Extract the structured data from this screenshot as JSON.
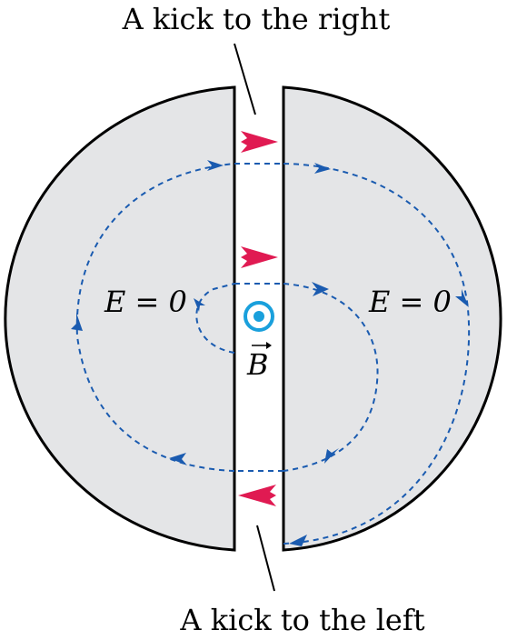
{
  "labels": {
    "top": "A kick to the right",
    "bottom": "A kick to the left",
    "left_field": "E = 0",
    "right_field": "E = 0",
    "field_symbol": "B"
  },
  "colors": {
    "dee_fill": "#e4e5e7",
    "outline": "#000000",
    "path": "#1a5bb0",
    "kick_arrow": "#e01a52",
    "field_symbol": "#1aa0dc"
  },
  "icons": {
    "kick": "arrow-kick-icon",
    "path_arrow": "path-arrowhead-icon",
    "field": "out-of-page-field-icon"
  }
}
